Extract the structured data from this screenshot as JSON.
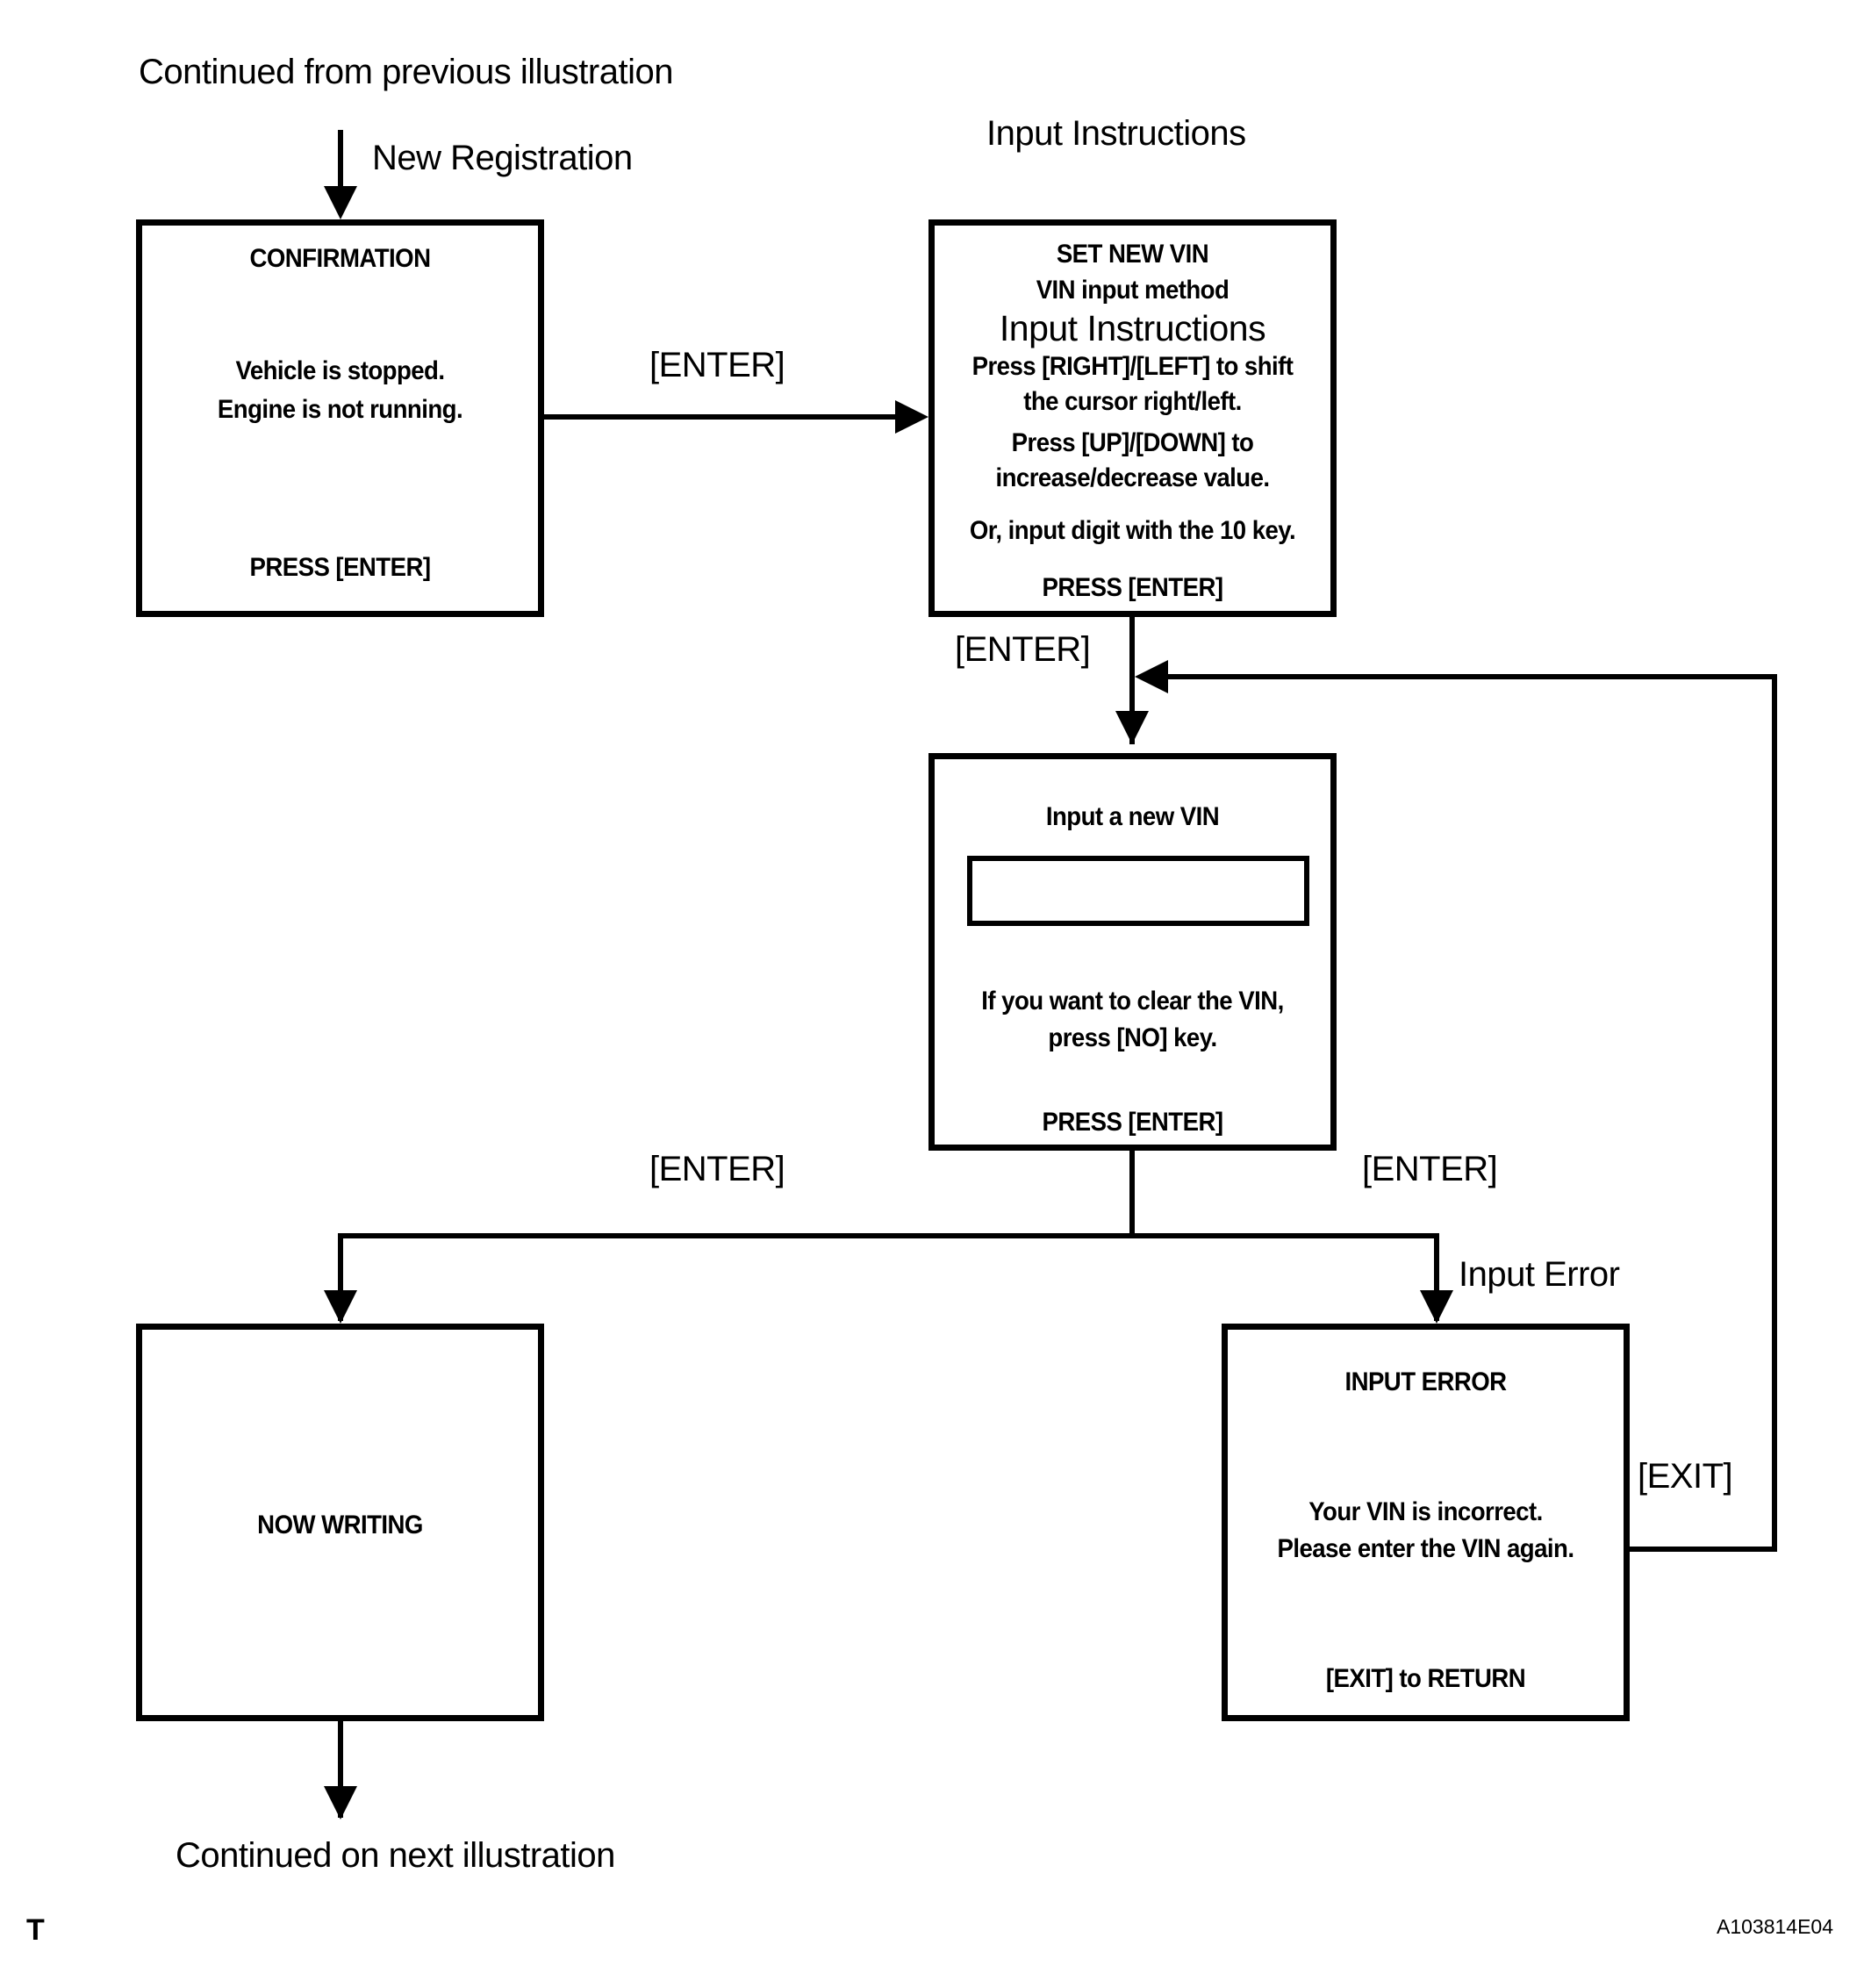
{
  "figure": {
    "code": "A103814E04",
    "corner_mark": "T",
    "top_note": "Continued from previous illustration",
    "bottom_note": "Continued on next illustration",
    "section_title": "Input Instructions"
  },
  "edge_labels": {
    "new_registration": "New Registration",
    "enter_1": "[ENTER]",
    "enter_2": "[ENTER]",
    "enter_left": "[ENTER]",
    "enter_right": "[ENTER]",
    "input_error": "Input Error",
    "exit": "[EXIT]"
  },
  "screens": {
    "confirmation": {
      "title": "CONFIRMATION",
      "line1": "Vehicle is stopped.",
      "line2": "Engine is not running.",
      "footer": "PRESS [ENTER]"
    },
    "set_new_vin": {
      "title": "SET NEW VIN",
      "subtitle": "VIN input method",
      "heading": "Input Instructions",
      "line1": "Press [RIGHT]/[LEFT] to shift",
      "line2": "the cursor right/left.",
      "line3": "Press [UP]/[DOWN]  to",
      "line4": "increase/decrease value.",
      "line5": "Or, input digit with the 10 key.",
      "footer": "PRESS [ENTER]"
    },
    "input_vin": {
      "title": "Input a new VIN",
      "field_value": "",
      "line1": "If you want to clear the VIN,",
      "line2": "press [NO] key.",
      "footer": "PRESS [ENTER]"
    },
    "now_writing": {
      "title": "NOW WRITING"
    },
    "input_error": {
      "title": "INPUT  ERROR",
      "line1": "Your VIN is incorrect.",
      "line2": "Please enter the VIN again.",
      "footer": "[EXIT] to RETURN"
    }
  }
}
